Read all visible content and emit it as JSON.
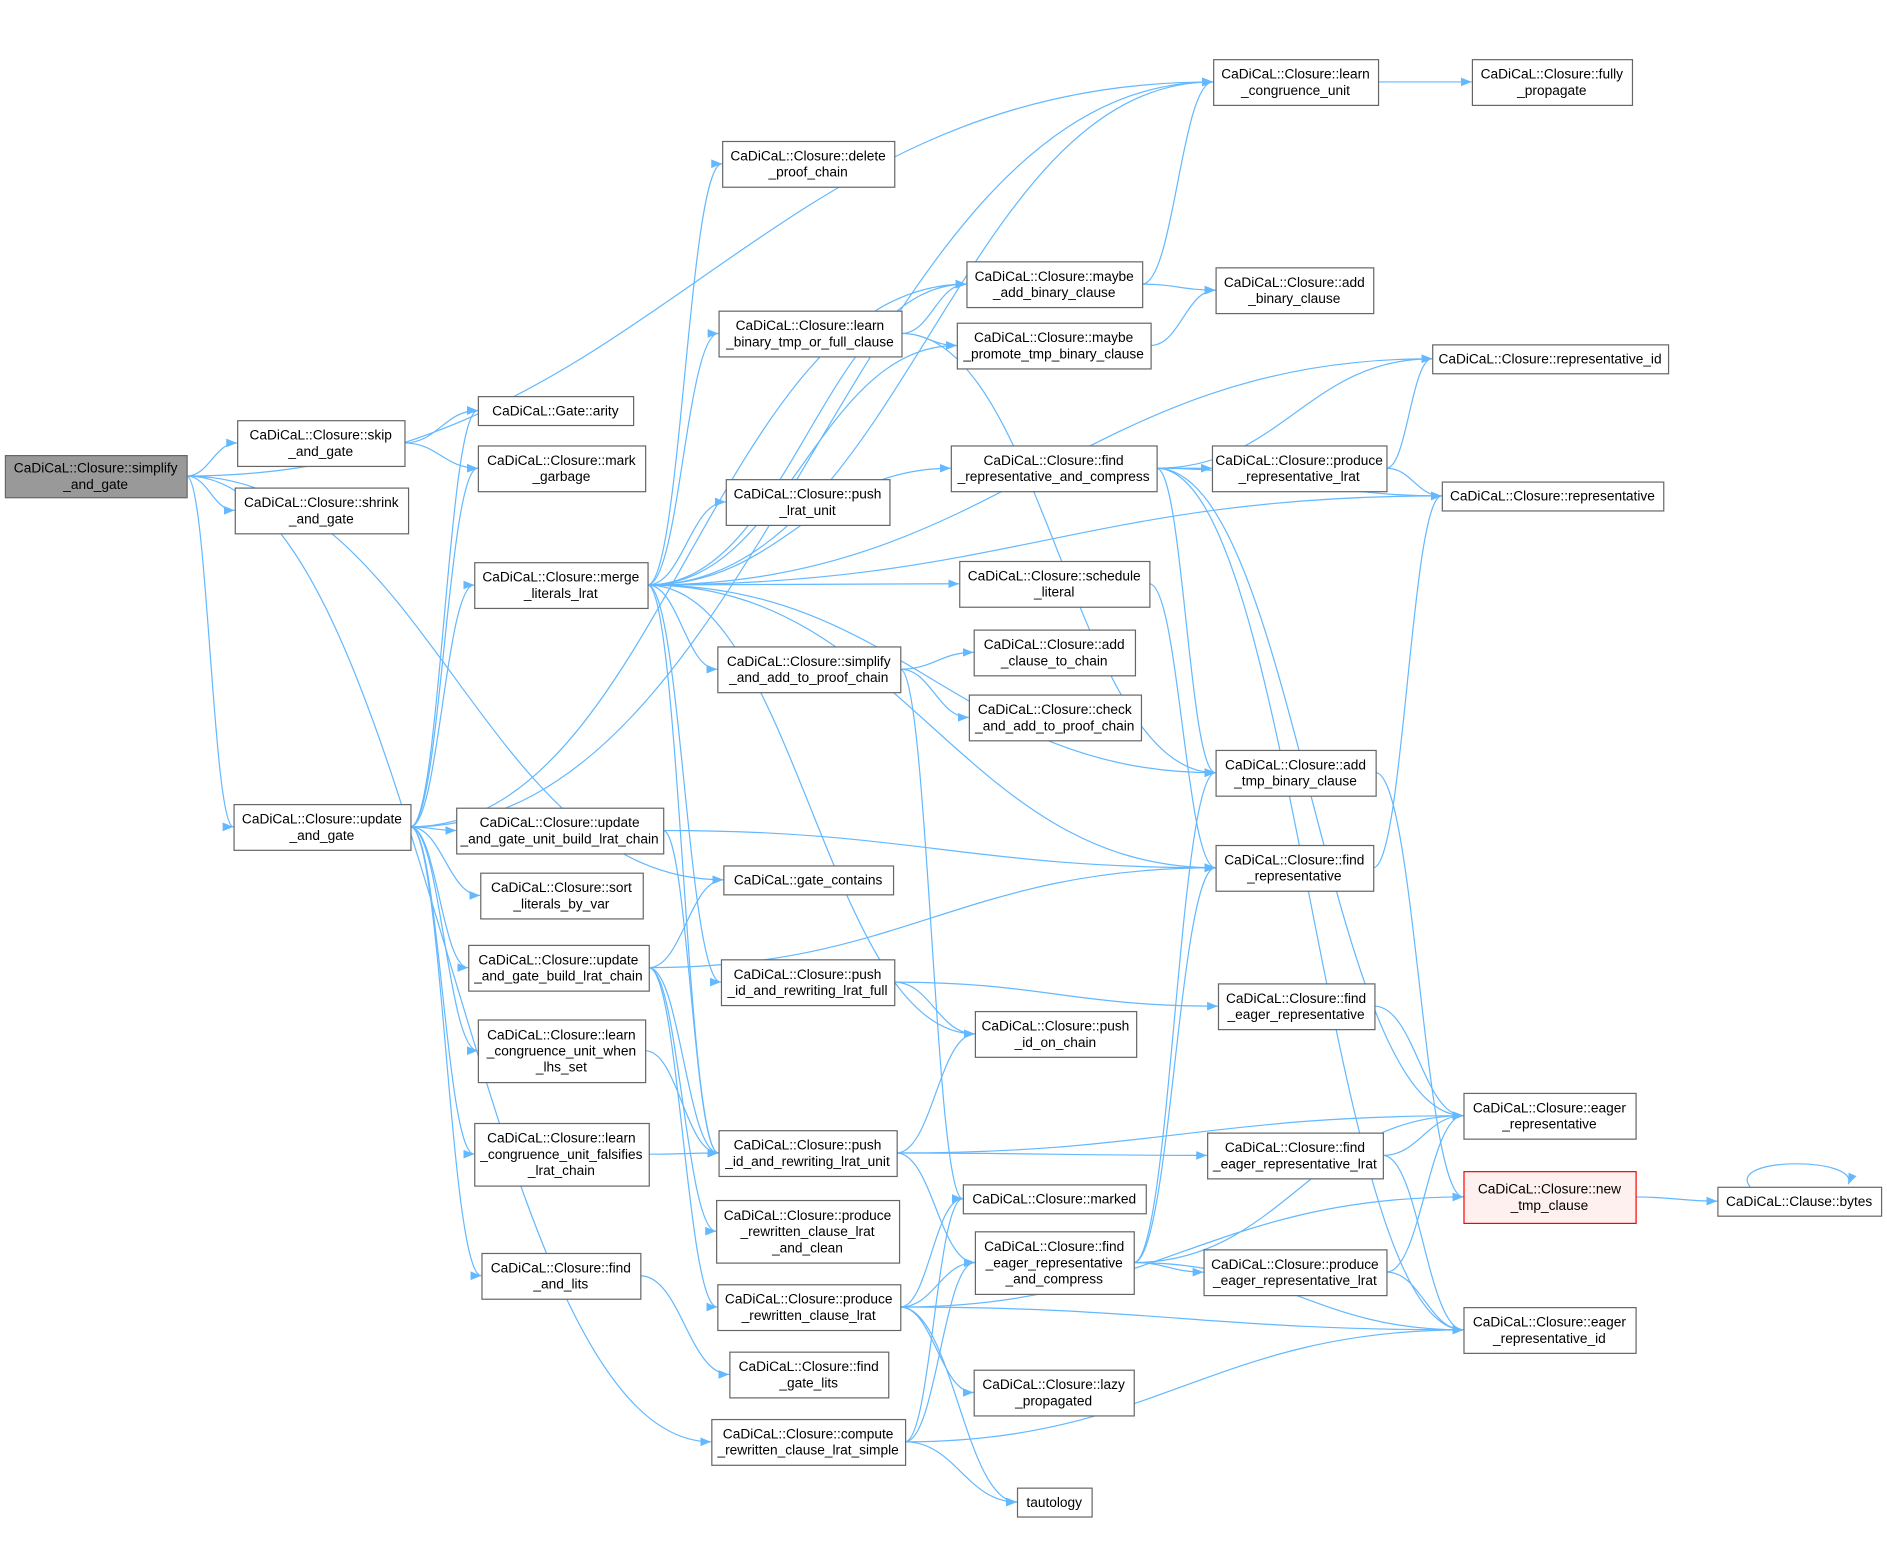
{
  "title": "Call graph of CaDiCaL::Closure::simplify_and_gate",
  "colors": {
    "edge": "#63b8ff",
    "root_fill": "#999999",
    "highlight_border": "#ff0000",
    "highlight_fill": "#fff0f0",
    "node_border": "#666666"
  },
  "nodes": [
    {
      "id": "simplify_and_gate",
      "lines": [
        "CaDiCaL::Closure::simplify",
        "_and_gate"
      ],
      "style": "root"
    },
    {
      "id": "skip_and_gate",
      "lines": [
        "CaDiCaL::Closure::skip",
        "_and_gate"
      ]
    },
    {
      "id": "shrink_and_gate",
      "lines": [
        "CaDiCaL::Closure::shrink",
        "_and_gate"
      ]
    },
    {
      "id": "update_and_gate",
      "lines": [
        "CaDiCaL::Closure::update",
        "_and_gate"
      ]
    },
    {
      "id": "arity",
      "lines": [
        "CaDiCaL::Gate::arity"
      ]
    },
    {
      "id": "mark_garbage",
      "lines": [
        "CaDiCaL::Closure::mark",
        "_garbage"
      ]
    },
    {
      "id": "merge_literals_lrat",
      "lines": [
        "CaDiCaL::Closure::merge",
        "_literals_lrat"
      ]
    },
    {
      "id": "update_unit_build",
      "lines": [
        "CaDiCaL::Closure::update",
        "_and_gate_unit_build_lrat_chain"
      ]
    },
    {
      "id": "sort_literals_by_var",
      "lines": [
        "CaDiCaL::Closure::sort",
        "_literals_by_var"
      ]
    },
    {
      "id": "update_build",
      "lines": [
        "CaDiCaL::Closure::update",
        "_and_gate_build_lrat_chain"
      ]
    },
    {
      "id": "lcu_when_lhs_set",
      "lines": [
        "CaDiCaL::Closure::learn",
        "_congruence_unit_when",
        "_lhs_set"
      ]
    },
    {
      "id": "lcu_falsifies",
      "lines": [
        "CaDiCaL::Closure::learn",
        "_congruence_unit_falsifies",
        "_lrat_chain"
      ]
    },
    {
      "id": "find_and_lits",
      "lines": [
        "CaDiCaL::Closure::find",
        "_and_lits"
      ]
    },
    {
      "id": "compute_rewritten_simple",
      "lines": [
        "CaDiCaL::Closure::compute",
        "_rewritten_clause_lrat_simple"
      ]
    },
    {
      "id": "learn_congruence_unit",
      "lines": [
        "CaDiCaL::Closure::learn",
        "_congruence_unit"
      ]
    },
    {
      "id": "fully_propagate",
      "lines": [
        "CaDiCaL::Closure::fully",
        "_propagate"
      ]
    },
    {
      "id": "delete_proof_chain",
      "lines": [
        "CaDiCaL::Closure::delete",
        "_proof_chain"
      ]
    },
    {
      "id": "maybe_add_binary_clause",
      "lines": [
        "CaDiCaL::Closure::maybe",
        "_add_binary_clause"
      ]
    },
    {
      "id": "add_binary_clause",
      "lines": [
        "CaDiCaL::Closure::add",
        "_binary_clause"
      ]
    },
    {
      "id": "learn_binary_tmp",
      "lines": [
        "CaDiCaL::Closure::learn",
        "_binary_tmp_or_full_clause"
      ]
    },
    {
      "id": "maybe_promote",
      "lines": [
        "CaDiCaL::Closure::maybe",
        "_promote_tmp_binary_clause"
      ]
    },
    {
      "id": "representative_id",
      "lines": [
        "CaDiCaL::Closure::representative_id"
      ]
    },
    {
      "id": "push_lrat_unit",
      "lines": [
        "CaDiCaL::Closure::push",
        "_lrat_unit"
      ]
    },
    {
      "id": "find_rep_compress",
      "lines": [
        "CaDiCaL::Closure::find",
        "_representative_and_compress"
      ]
    },
    {
      "id": "produce_rep_lrat",
      "lines": [
        "CaDiCaL::Closure::produce",
        "_representative_lrat"
      ]
    },
    {
      "id": "representative",
      "lines": [
        "CaDiCaL::Closure::representative"
      ]
    },
    {
      "id": "schedule_literal",
      "lines": [
        "CaDiCaL::Closure::schedule",
        "_literal"
      ]
    },
    {
      "id": "simplify_add_proof",
      "lines": [
        "CaDiCaL::Closure::simplify",
        "_and_add_to_proof_chain"
      ]
    },
    {
      "id": "add_clause_to_chain",
      "lines": [
        "CaDiCaL::Closure::add",
        "_clause_to_chain"
      ]
    },
    {
      "id": "check_add_proof",
      "lines": [
        "CaDiCaL::Closure::check",
        "_and_add_to_proof_chain"
      ]
    },
    {
      "id": "add_tmp_binary_clause",
      "lines": [
        "CaDiCaL::Closure::add",
        "_tmp_binary_clause"
      ]
    },
    {
      "id": "find_representative",
      "lines": [
        "CaDiCaL::Closure::find",
        "_representative"
      ]
    },
    {
      "id": "gate_contains",
      "lines": [
        "CaDiCaL::gate_contains"
      ]
    },
    {
      "id": "push_rewriting_full",
      "lines": [
        "CaDiCaL::Closure::push",
        "_id_and_rewriting_lrat_full"
      ]
    },
    {
      "id": "find_eager_rep",
      "lines": [
        "CaDiCaL::Closure::find",
        "_eager_representative"
      ]
    },
    {
      "id": "push_id_on_chain",
      "lines": [
        "CaDiCaL::Closure::push",
        "_id_on_chain"
      ]
    },
    {
      "id": "push_rewriting_unit",
      "lines": [
        "CaDiCaL::Closure::push",
        "_id_and_rewriting_lrat_unit"
      ]
    },
    {
      "id": "find_eager_rep_lrat",
      "lines": [
        "CaDiCaL::Closure::find",
        "_eager_representative_lrat"
      ]
    },
    {
      "id": "eager_representative",
      "lines": [
        "CaDiCaL::Closure::eager",
        "_representative"
      ]
    },
    {
      "id": "marked",
      "lines": [
        "CaDiCaL::Closure::marked"
      ]
    },
    {
      "id": "new_tmp_clause",
      "lines": [
        "CaDiCaL::Closure::new",
        "_tmp_clause"
      ],
      "style": "hl"
    },
    {
      "id": "bytes",
      "lines": [
        "CaDiCaL::Clause::bytes"
      ]
    },
    {
      "id": "produce_rewritten_clean",
      "lines": [
        "CaDiCaL::Closure::produce",
        "_rewritten_clause_lrat",
        "_and_clean"
      ]
    },
    {
      "id": "find_eager_rep_compress",
      "lines": [
        "CaDiCaL::Closure::find",
        "_eager_representative",
        "_and_compress"
      ]
    },
    {
      "id": "produce_eager_rep_lrat",
      "lines": [
        "CaDiCaL::Closure::produce",
        "_eager_representative_lrat"
      ]
    },
    {
      "id": "produce_rewritten",
      "lines": [
        "CaDiCaL::Closure::produce",
        "_rewritten_clause_lrat"
      ]
    },
    {
      "id": "eager_representative_id",
      "lines": [
        "CaDiCaL::Closure::eager",
        "_representative_id"
      ]
    },
    {
      "id": "find_gate_lits",
      "lines": [
        "CaDiCaL::Closure::find",
        "_gate_lits"
      ]
    },
    {
      "id": "lazy_propagated",
      "lines": [
        "CaDiCaL::Closure::lazy",
        "_propagated"
      ]
    },
    {
      "id": "tautology",
      "lines": [
        "tautology"
      ]
    }
  ],
  "edges": [
    [
      "simplify_and_gate",
      "learn_congruence_unit"
    ],
    [
      "simplify_and_gate",
      "gate_contains"
    ],
    [
      "simplify_and_gate",
      "skip_and_gate"
    ],
    [
      "simplify_and_gate",
      "shrink_and_gate"
    ],
    [
      "simplify_and_gate",
      "update_and_gate"
    ],
    [
      "simplify_and_gate",
      "compute_rewritten_simple"
    ],
    [
      "skip_and_gate",
      "arity"
    ],
    [
      "skip_and_gate",
      "mark_garbage"
    ],
    [
      "update_and_gate",
      "arity"
    ],
    [
      "update_and_gate",
      "mark_garbage"
    ],
    [
      "update_and_gate",
      "merge_literals_lrat"
    ],
    [
      "update_and_gate",
      "update_unit_build"
    ],
    [
      "update_and_gate",
      "sort_literals_by_var"
    ],
    [
      "update_and_gate",
      "update_build"
    ],
    [
      "update_and_gate",
      "lcu_when_lhs_set"
    ],
    [
      "update_and_gate",
      "lcu_falsifies"
    ],
    [
      "update_and_gate",
      "find_and_lits"
    ],
    [
      "update_and_gate",
      "maybe_add_binary_clause"
    ],
    [
      "update_and_gate",
      "learn_congruence_unit"
    ],
    [
      "merge_literals_lrat",
      "learn_congruence_unit"
    ],
    [
      "merge_literals_lrat",
      "delete_proof_chain"
    ],
    [
      "merge_literals_lrat",
      "maybe_add_binary_clause"
    ],
    [
      "merge_literals_lrat",
      "learn_binary_tmp"
    ],
    [
      "merge_literals_lrat",
      "maybe_promote"
    ],
    [
      "merge_literals_lrat",
      "representative_id"
    ],
    [
      "merge_literals_lrat",
      "representative"
    ],
    [
      "merge_literals_lrat",
      "push_lrat_unit"
    ],
    [
      "merge_literals_lrat",
      "find_rep_compress"
    ],
    [
      "merge_literals_lrat",
      "schedule_literal"
    ],
    [
      "merge_literals_lrat",
      "simplify_add_proof"
    ],
    [
      "merge_literals_lrat",
      "add_tmp_binary_clause"
    ],
    [
      "merge_literals_lrat",
      "find_representative"
    ],
    [
      "merge_literals_lrat",
      "push_rewriting_full"
    ],
    [
      "merge_literals_lrat",
      "push_id_on_chain"
    ],
    [
      "merge_literals_lrat",
      "push_rewriting_unit"
    ],
    [
      "update_unit_build",
      "find_representative"
    ],
    [
      "update_unit_build",
      "push_rewriting_unit"
    ],
    [
      "update_build",
      "gate_contains"
    ],
    [
      "update_build",
      "find_representative"
    ],
    [
      "update_build",
      "push_rewriting_unit"
    ],
    [
      "update_build",
      "produce_rewritten_clean"
    ],
    [
      "update_build",
      "produce_rewritten"
    ],
    [
      "lcu_when_lhs_set",
      "push_rewriting_unit"
    ],
    [
      "lcu_falsifies",
      "push_rewriting_unit"
    ],
    [
      "find_and_lits",
      "find_gate_lits"
    ],
    [
      "compute_rewritten_simple",
      "marked"
    ],
    [
      "compute_rewritten_simple",
      "find_eager_rep_compress"
    ],
    [
      "compute_rewritten_simple",
      "tautology"
    ],
    [
      "compute_rewritten_simple",
      "eager_representative_id"
    ],
    [
      "learn_congruence_unit",
      "fully_propagate"
    ],
    [
      "maybe_add_binary_clause",
      "learn_congruence_unit"
    ],
    [
      "maybe_add_binary_clause",
      "add_binary_clause"
    ],
    [
      "learn_binary_tmp",
      "maybe_add_binary_clause"
    ],
    [
      "learn_binary_tmp",
      "maybe_promote"
    ],
    [
      "learn_binary_tmp",
      "add_tmp_binary_clause"
    ],
    [
      "maybe_promote",
      "add_binary_clause"
    ],
    [
      "find_rep_compress",
      "representative_id"
    ],
    [
      "find_rep_compress",
      "produce_rep_lrat"
    ],
    [
      "find_rep_compress",
      "representative"
    ],
    [
      "find_rep_compress",
      "eager_representative"
    ],
    [
      "find_rep_compress",
      "add_tmp_binary_clause"
    ],
    [
      "find_rep_compress",
      "eager_representative_id"
    ],
    [
      "produce_rep_lrat",
      "representative_id"
    ],
    [
      "produce_rep_lrat",
      "representative"
    ],
    [
      "schedule_literal",
      "find_representative"
    ],
    [
      "simplify_add_proof",
      "add_clause_to_chain"
    ],
    [
      "simplify_add_proof",
      "check_add_proof"
    ],
    [
      "simplify_add_proof",
      "marked"
    ],
    [
      "add_tmp_binary_clause",
      "new_tmp_clause"
    ],
    [
      "find_representative",
      "representative"
    ],
    [
      "push_rewriting_full",
      "find_eager_rep"
    ],
    [
      "push_rewriting_full",
      "push_id_on_chain"
    ],
    [
      "find_eager_rep",
      "eager_representative"
    ],
    [
      "push_rewriting_unit",
      "push_id_on_chain"
    ],
    [
      "push_rewriting_unit",
      "eager_representative"
    ],
    [
      "push_rewriting_unit",
      "find_eager_rep_lrat"
    ],
    [
      "push_rewriting_unit",
      "find_eager_rep_compress"
    ],
    [
      "find_eager_rep_lrat",
      "eager_representative"
    ],
    [
      "find_eager_rep_lrat",
      "eager_representative_id"
    ],
    [
      "find_eager_rep_compress",
      "find_representative"
    ],
    [
      "find_eager_rep_compress",
      "add_tmp_binary_clause"
    ],
    [
      "find_eager_rep_compress",
      "eager_representative"
    ],
    [
      "find_eager_rep_compress",
      "produce_eager_rep_lrat"
    ],
    [
      "find_eager_rep_compress",
      "eager_representative_id"
    ],
    [
      "produce_eager_rep_lrat",
      "eager_representative"
    ],
    [
      "produce_eager_rep_lrat",
      "eager_representative_id"
    ],
    [
      "new_tmp_clause",
      "bytes"
    ],
    [
      "bytes",
      "bytes"
    ],
    [
      "produce_rewritten",
      "marked"
    ],
    [
      "produce_rewritten",
      "find_eager_rep_compress"
    ],
    [
      "produce_rewritten",
      "lazy_propagated"
    ],
    [
      "produce_rewritten",
      "tautology"
    ],
    [
      "produce_rewritten",
      "new_tmp_clause"
    ],
    [
      "produce_rewritten",
      "eager_representative_id"
    ]
  ]
}
